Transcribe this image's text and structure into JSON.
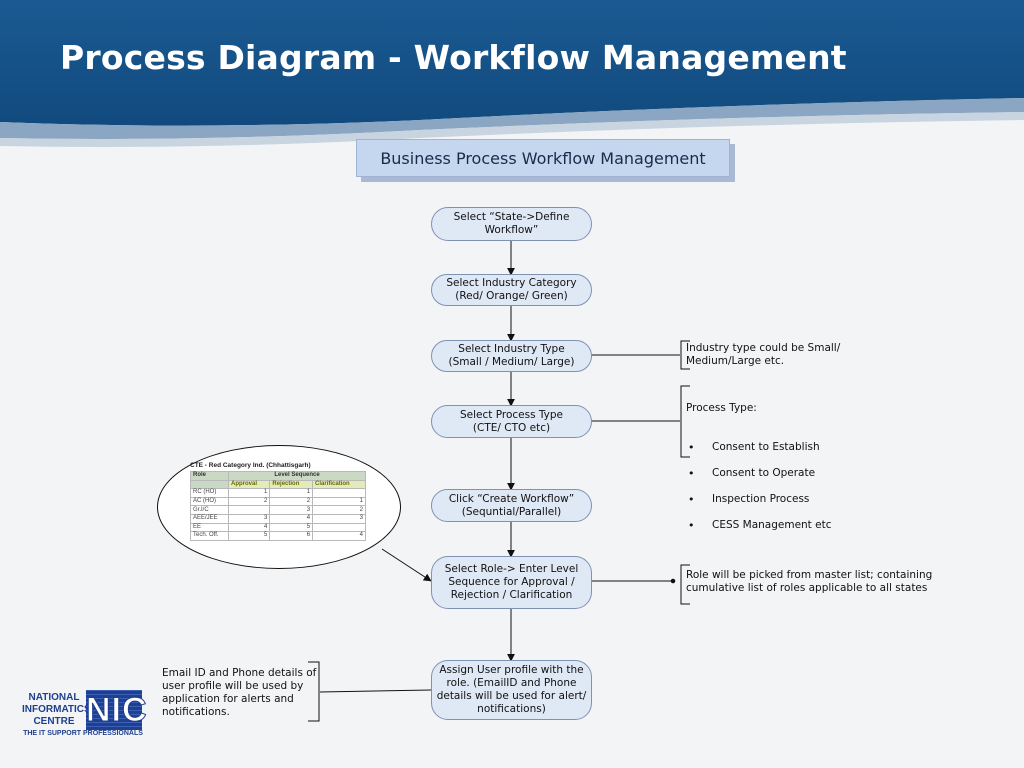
{
  "slide": {
    "title": "Process Diagram - Workflow Management"
  },
  "workflow": {
    "title": "Business Process Workflow Management",
    "steps": [
      "Select “State->Define\nWorkflow”",
      "Select Industry Category\n(Red/ Orange/ Green)",
      "Select Industry Type\n(Small / Medium/ Large)",
      "Select Process Type\n(CTE/ CTO etc)",
      "Click “Create Workflow”\n(Sequntial/Parallel)",
      "Select Role-> Enter Level\nSequence for Approval /\nRejection / Clarification",
      "Assign User profile with the\nrole. (EmailID and Phone\ndetails will be used for alert/\nnotifications)"
    ]
  },
  "notes": {
    "industry_type": "Industry type could be Small/\nMedium/Large etc.",
    "process_type": {
      "heading": "Process Type:",
      "items": [
        "Consent to Establish",
        "Consent to Operate",
        "Inspection Process",
        "CESS Management etc"
      ]
    },
    "role": "Role will be picked from master list; containing\ncumulative list of roles applicable to all states",
    "email": "Email ID and Phone details of\nuser profile will be used by\napplication for alerts and\nnotifications."
  },
  "level_table": {
    "title": "CTE - Red Category Ind. (Chhattisgarh)",
    "header_role": "Role",
    "header_group": "Level Sequence",
    "columns": [
      "Approval",
      "Rejection",
      "Clarification"
    ],
    "rows": [
      {
        "role": "RC (HO)",
        "values": [
          "1",
          "1",
          ""
        ]
      },
      {
        "role": "AC (HO)",
        "values": [
          "2",
          "2",
          "1"
        ]
      },
      {
        "role": "Gr.I/C",
        "values": [
          "",
          "3",
          "2"
        ]
      },
      {
        "role": "AEE/JEE",
        "values": [
          "3",
          "4",
          "3"
        ]
      },
      {
        "role": "EE",
        "values": [
          "4",
          "5",
          ""
        ]
      },
      {
        "role": "Tech. Off.",
        "values": [
          "5",
          "6",
          "4"
        ]
      }
    ]
  },
  "logo": {
    "name": "NATIONAL\nINFORMATICS\nCENTRE",
    "mark": "NIC",
    "tagline": "THE IT SUPPORT PROFESSIONALS"
  },
  "colors": {
    "header_blue": "#1d5d95",
    "step_fill": "#dfe8f5",
    "title_box_fill": "#c5d7ee"
  }
}
